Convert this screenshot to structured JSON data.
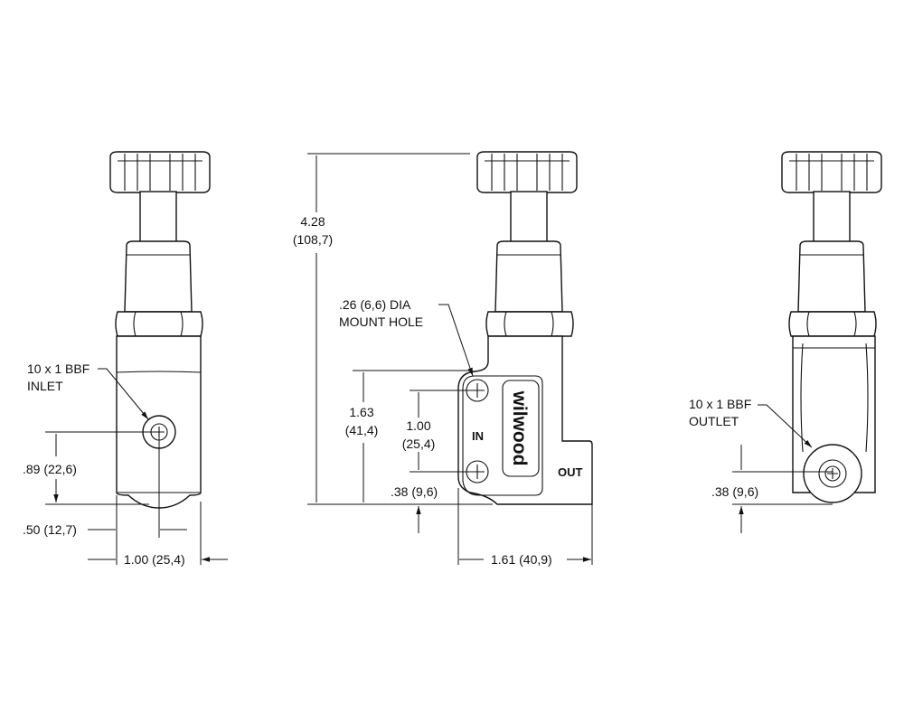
{
  "drawing": {
    "left_view": {
      "port_label_line1": "10 x 1 BBF",
      "port_label_line2": "INLET",
      "dim_height": ".89 (22,6)",
      "dim_offset": ".50 (12,7)",
      "dim_width": "1.00 (25,4)"
    },
    "front_view": {
      "dim_overall_line1": "4.28",
      "dim_overall_line2": "(108,7)",
      "hole_label_line1": ".26 (6,6) DIA",
      "hole_label_line2": "MOUNT HOLE",
      "dim_flange_line1": "1.63",
      "dim_flange_line2": "(41,4)",
      "dim_holes_line1": "1.00",
      "dim_holes_line2": "(25,4)",
      "dim_bottom": ".38 (9,6)",
      "dim_width": "1.61 (40,9)",
      "in_label": "IN",
      "out_label": "OUT",
      "logo": "wilwood"
    },
    "right_view": {
      "port_label_line1": "10 x 1 BBF",
      "port_label_line2": "OUTLET",
      "dim_bottom": ".38 (9,6)"
    }
  }
}
